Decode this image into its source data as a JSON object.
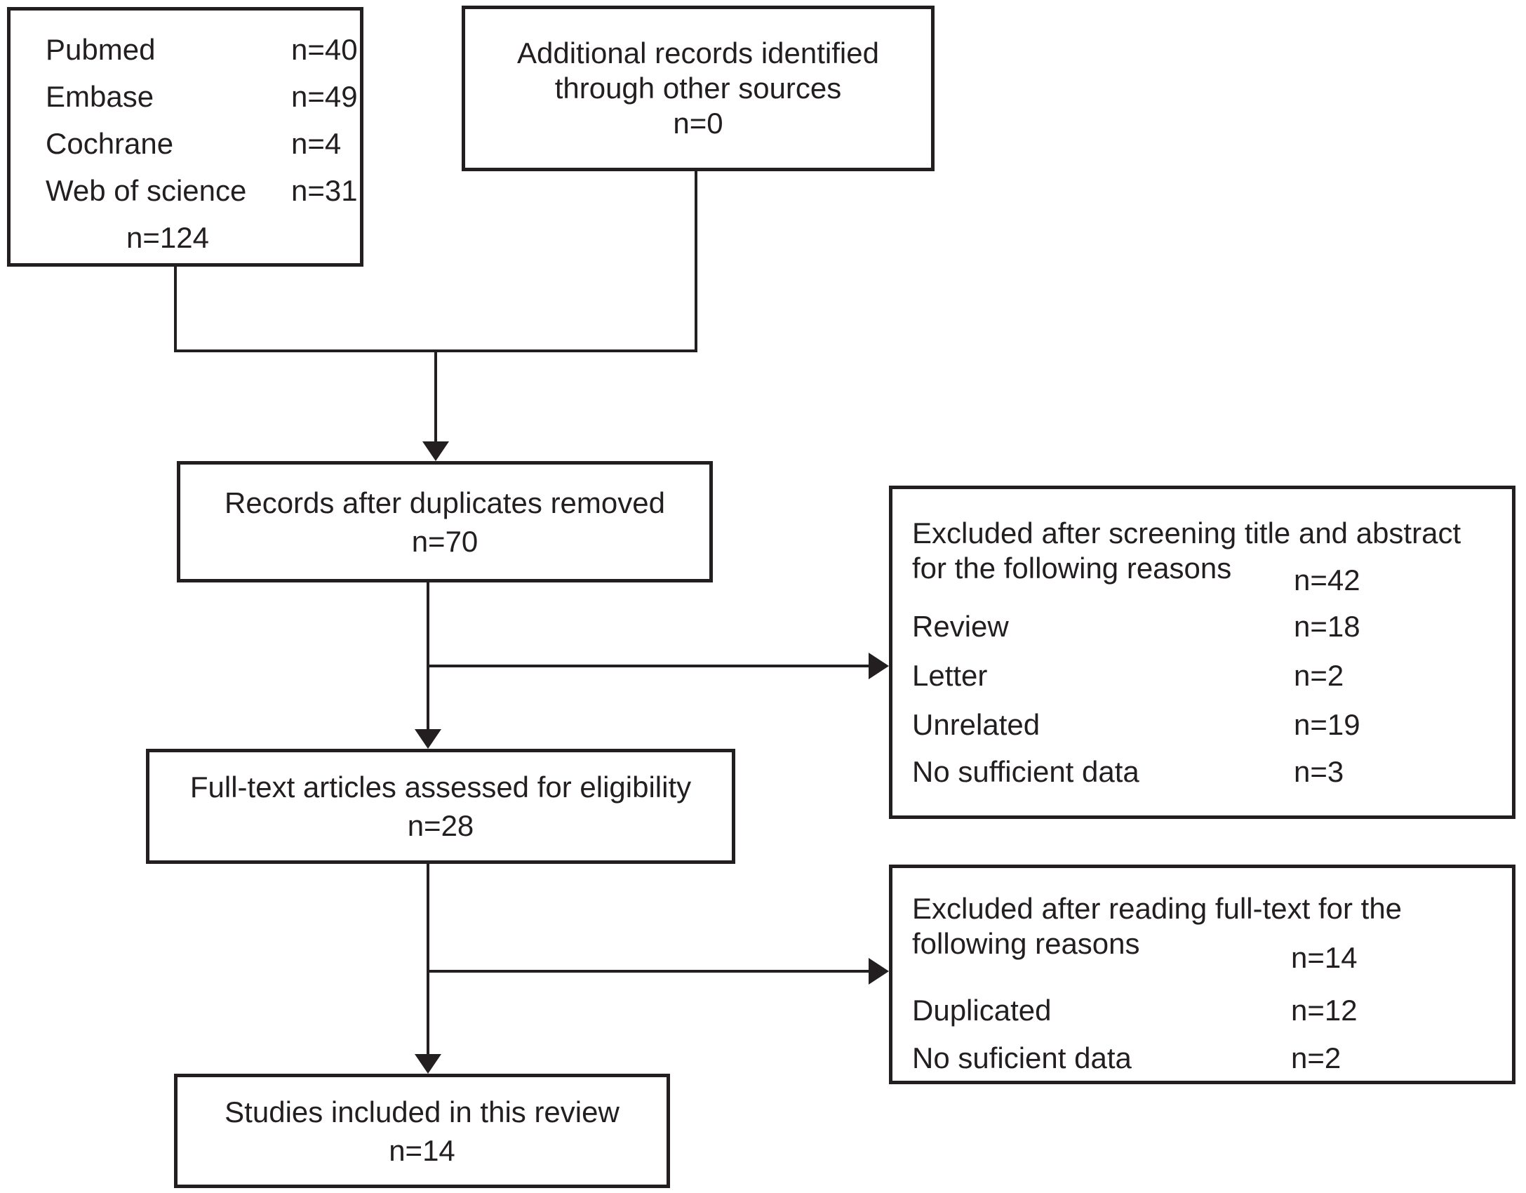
{
  "colors": {
    "ink": "#231f20",
    "background": "#ffffff"
  },
  "flowchart": {
    "identification": {
      "sources": [
        {
          "label": "Pubmed",
          "value": "n=40"
        },
        {
          "label": "Embase",
          "value": "n=49"
        },
        {
          "label": "Cochrane",
          "value": "n=4"
        },
        {
          "label": "Web of science",
          "value": "n=31"
        }
      ],
      "total": "n=124"
    },
    "additional_records": {
      "line1": "Additional records identified",
      "line2": "through other sources",
      "count": "n=0"
    },
    "after_duplicates": {
      "title": "Records after duplicates removed",
      "count": "n=70"
    },
    "excluded_screening": {
      "title_line1": "Excluded after screening title and abstract",
      "title_line2": "for the following reasons",
      "count": "n=42",
      "reasons": [
        {
          "label": "Review",
          "value": "n=18"
        },
        {
          "label": "Letter",
          "value": "n=2"
        },
        {
          "label": "Unrelated",
          "value": "n=19"
        },
        {
          "label": "No sufficient data",
          "value": "n=3"
        }
      ]
    },
    "fulltext_assessed": {
      "title": "Full-text articles assessed for eligibility",
      "count": "n=28"
    },
    "excluded_fulltext": {
      "title_line1": "Excluded after reading full-text for the",
      "title_line2": "following reasons",
      "count": "n=14",
      "reasons": [
        {
          "label": "Duplicated",
          "value": "n=12"
        },
        {
          "label": "No suficient data",
          "value": "n=2"
        }
      ]
    },
    "included": {
      "title": "Studies included in this review",
      "count": "n=14"
    }
  }
}
